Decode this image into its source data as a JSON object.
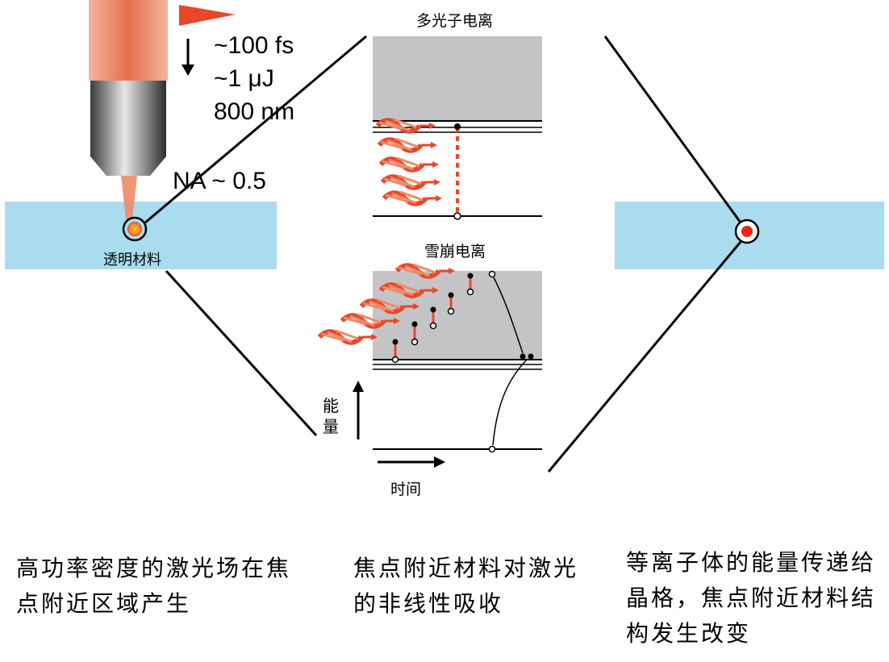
{
  "laser_params": {
    "duration": "~100 fs",
    "energy": "~1 μJ",
    "wavelength": "800 nm",
    "na": "NA ~ 0.5"
  },
  "material_label": "透明材料",
  "panels": {
    "multiphoton_title": "多光子电离",
    "avalanche_title": "雪崩电离",
    "energy_axis": "能\n量",
    "time_axis": "时间"
  },
  "captions": {
    "left": "高功率密度的激光场在焦点附近区域产生",
    "middle": "焦点附近材料对激光的非线性吸收",
    "right": "等离子体的能量传递给晶格，焦点附近材料结构发生改变"
  },
  "colors": {
    "material_blue": "#a9dcef",
    "laser_red": "#e8472a",
    "band_gray": "#c4c4c6",
    "line_black": "#000000"
  },
  "icons": [
    "objective-lens-icon",
    "laser-beam-icon",
    "focal-spot-icon",
    "pulse-flag-icon",
    "down-arrow-icon"
  ]
}
